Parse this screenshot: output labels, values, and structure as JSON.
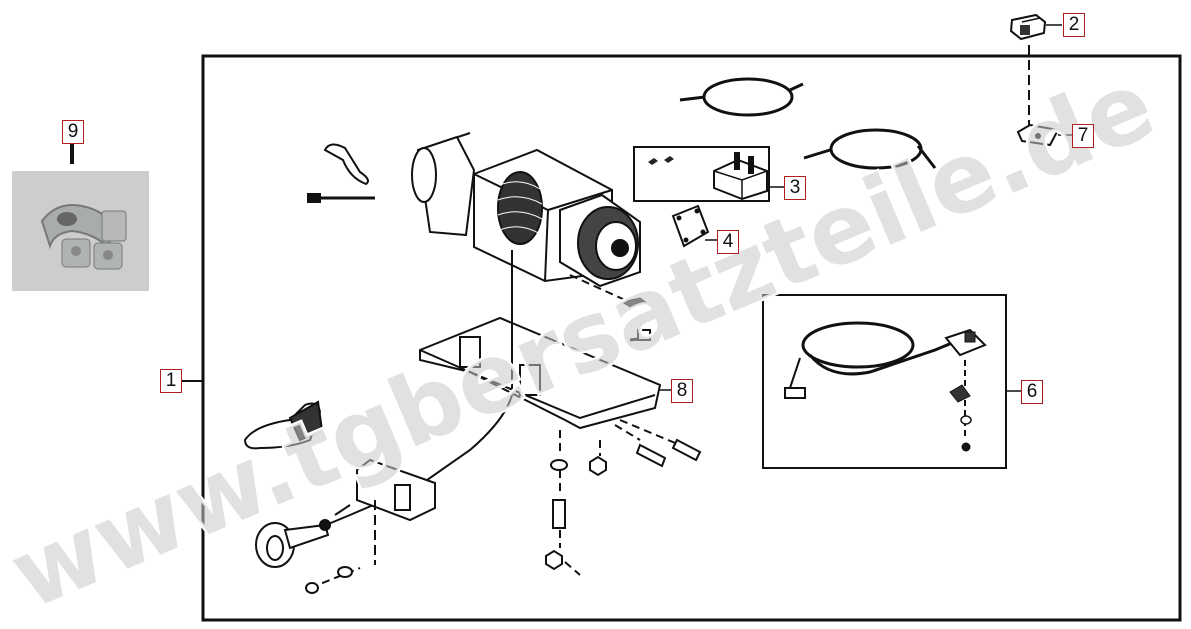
{
  "callouts": {
    "c1": "1",
    "c2": "2",
    "c3": "3",
    "c4": "4",
    "c6": "6",
    "c7": "7",
    "c8": "8",
    "c9": "9"
  },
  "watermark": "www.tgbersatzteile.de",
  "colors": {
    "line": "#111111",
    "callout_border": "#b02020",
    "watermark": "#c8c8c8"
  }
}
